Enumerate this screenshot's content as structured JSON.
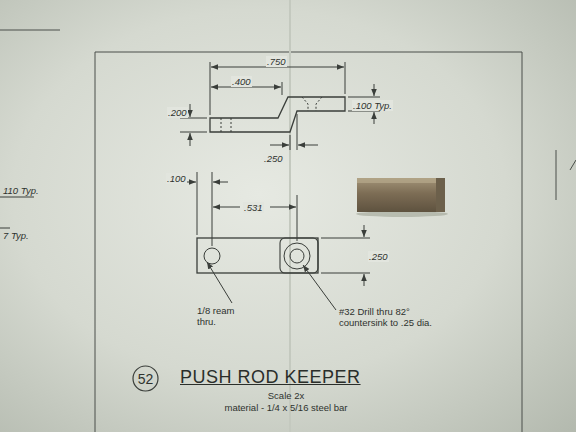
{
  "diagram": {
    "title": "PUSH ROD KEEPER",
    "nodes": [
      {
        "text": [
          "52"
        ]
      }
    ],
    "labels": [
      ".750",
      ".400",
      ".200",
      ".100 Typ.",
      ".250",
      ".100",
      ".531",
      ".250",
      "1/8 ream thru.",
      "#32 Drill thru 82° countersink to .25 dia.",
      "Scale 2x",
      "material - 1/4 x 5/16 steel bar",
      "110 Typ.",
      "7 Typ."
    ]
  }
}
